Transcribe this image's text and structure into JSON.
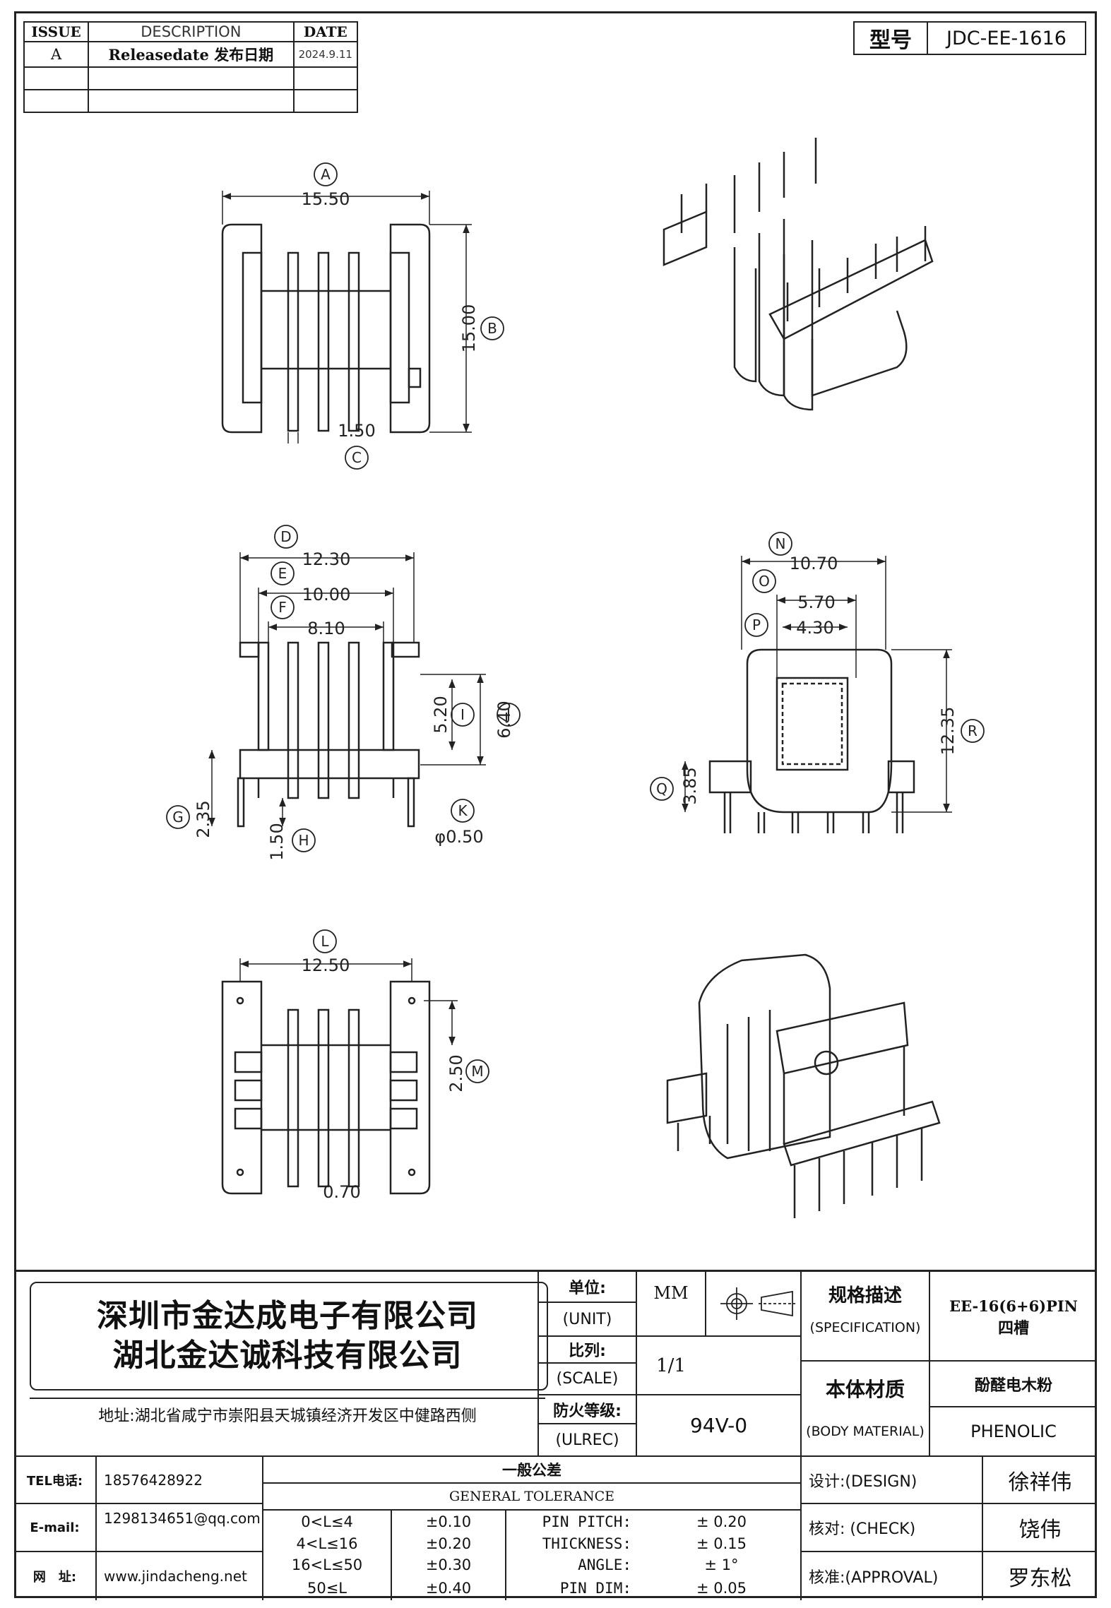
{
  "revision_table": {
    "headers": {
      "issue": "ISSUE",
      "description": "DESCRIPTION",
      "date": "DATE"
    },
    "rows": [
      {
        "issue": "A",
        "description": "Releasedate 发布日期",
        "date": "2024.9.11"
      }
    ]
  },
  "model": {
    "label": "型号",
    "value": "JDC-EE-1616"
  },
  "dimensions": {
    "A": "15.50",
    "B": "15.00",
    "C": "1.50",
    "D": "12.30",
    "E": "10.00",
    "F": "8.10",
    "G": "2.35",
    "H": "1.50",
    "I": "5.20",
    "J": "6.40",
    "K": "φ0.50",
    "L": "12.50",
    "M": "2.50",
    "M_minor": "0.70",
    "N": "10.70",
    "O": "5.70",
    "P": "4.30",
    "Q": "3.85",
    "R": "12.35"
  },
  "dimension_letters": [
    "A",
    "B",
    "C",
    "D",
    "E",
    "F",
    "G",
    "H",
    "I",
    "J",
    "K",
    "L",
    "M",
    "N",
    "O",
    "P",
    "Q",
    "R"
  ],
  "title_block": {
    "company_1": "深圳市金达成电子有限公司",
    "company_2": "湖北金达诚科技有限公司",
    "address": "地址:湖北省咸宁市崇阳县天城镇经济开发区中健路西侧",
    "unit_cn": "单位:",
    "unit_en": "(UNIT)",
    "unit_value": "MM",
    "scale_cn": "比列:",
    "scale_en": "(SCALE)",
    "scale_value": "1/1",
    "fire_cn": "防火等级:",
    "fire_en": "(ULREC)",
    "fire_value": "94V-0",
    "spec_cn": "规格描述",
    "spec_en": "(SPECIFICATION)",
    "spec_value_1": "EE-16(6+6)PIN",
    "spec_value_2": "四槽",
    "material_cn": "本体材质",
    "material_en": "(BODY MATERIAL)",
    "material_value_cn": "酚醛电木粉",
    "material_value_en": "PHENOLIC"
  },
  "contact": {
    "tel_label": "TEL电话:",
    "tel_value": "18576428922",
    "email_label": "E-mail:",
    "email_value": "1298134651@qq.com",
    "web_label": "网　址:",
    "web_value": "www.jindacheng.net"
  },
  "tolerance": {
    "title_cn": "一般公差",
    "title_en": "GENERAL TOLERANCE",
    "ranges": [
      {
        "range": "0<L≤4",
        "tol": "±0.10"
      },
      {
        "range": "4<L≤16",
        "tol": "±0.20"
      },
      {
        "range": "16<L≤50",
        "tol": "±0.30"
      },
      {
        "range": "50≤L",
        "tol": "±0.40"
      }
    ],
    "items": [
      {
        "name": "PIN PITCH:",
        "value": "± 0.20"
      },
      {
        "name": "THICKNESS:",
        "value": "± 0.15"
      },
      {
        "name": "ANGLE:",
        "value": "± 1°"
      },
      {
        "name": "PIN DIM:",
        "value": "± 0.05"
      }
    ]
  },
  "approvals": [
    {
      "role": "设计:(DESIGN)",
      "name": "徐祥伟"
    },
    {
      "role": "核对: (CHECK)",
      "name": "饶伟"
    },
    {
      "role": "核准:(APPROVAL)",
      "name": "罗东松"
    }
  ]
}
